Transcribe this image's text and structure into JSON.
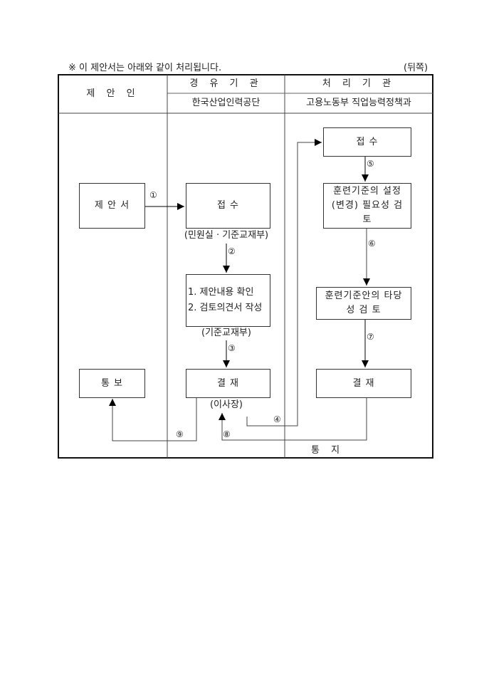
{
  "notice": {
    "text": "※ 이 제안서는 아래와 같이 처리됩니다.",
    "page_side": "(뒤쪽)"
  },
  "table": {
    "columns": [
      {
        "header": "제 안 인",
        "subheader": ""
      },
      {
        "header": "경 유 기 관",
        "subheader": "한국산업인력공단"
      },
      {
        "header": "처 리 기 관",
        "subheader": "고용노동부 직업능력정책과"
      }
    ]
  },
  "flow": {
    "proposer": {
      "proposal_box": "제 안 서",
      "notify_box": "통 보"
    },
    "intermediary": {
      "receive_box": "접 수",
      "receive_note": "(민원실 · 기준교재부)",
      "review_box_lines": [
        "1.  제안내용  확인",
        "2.  검토의견서  작성"
      ],
      "review_note": "(기준교재부)",
      "approval_box": "결 재",
      "approval_note": "(이사장)"
    },
    "processor": {
      "receive_box": "접 수",
      "necessity_box_lines": [
        "훈련기준의 설정",
        "(변경) 필요성 검",
        "토"
      ],
      "validity_box_lines": [
        "훈련기준안의 타당",
        "성  검 토"
      ],
      "approval_box": "결 재",
      "notice_label": "통 지"
    },
    "step_numbers": [
      "①",
      "②",
      "③",
      "④",
      "⑤",
      "⑥",
      "⑦",
      "⑧",
      "⑨"
    ]
  }
}
